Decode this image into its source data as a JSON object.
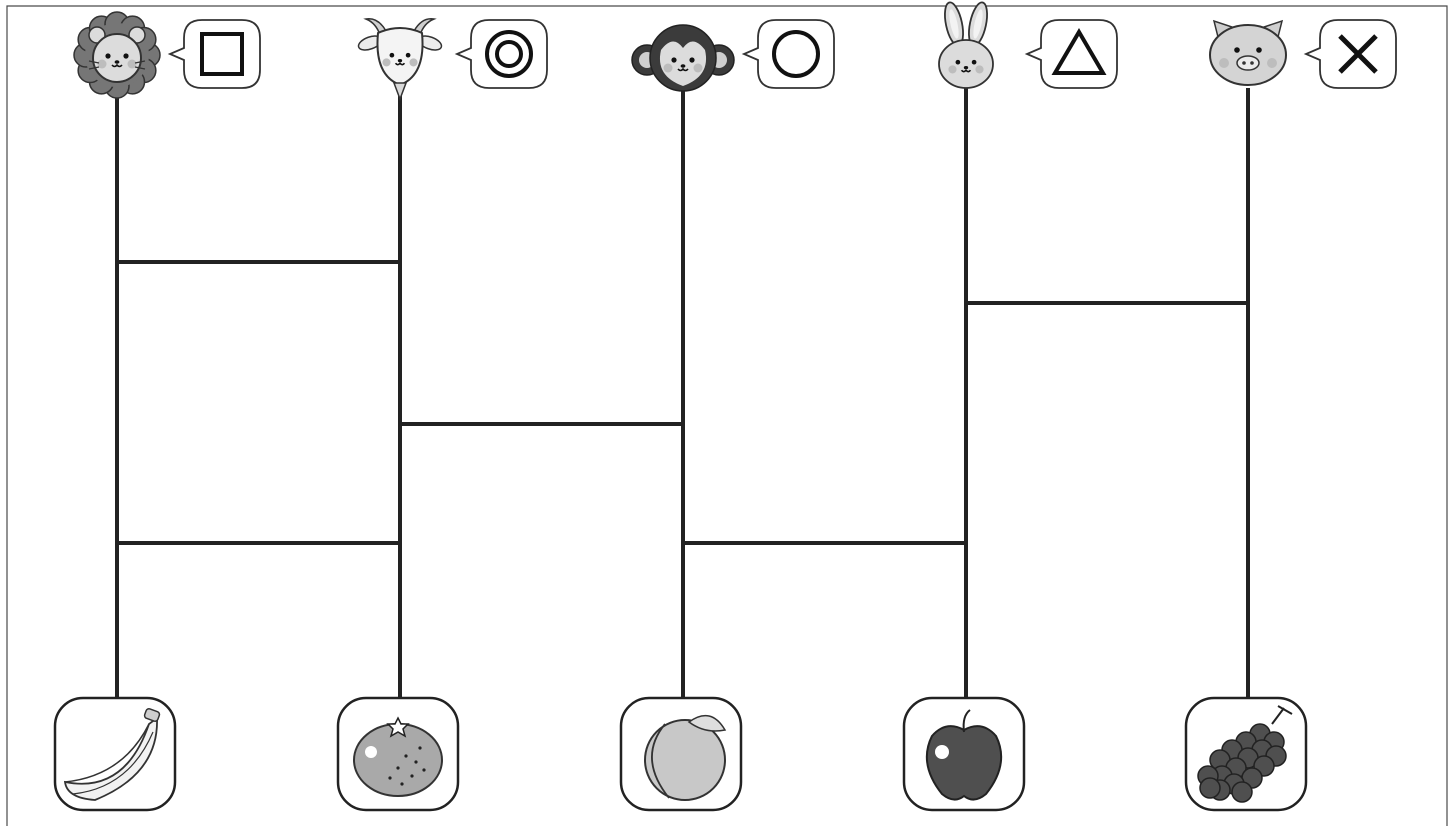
{
  "game": {
    "type": "amidakuji-ladder",
    "animals": [
      {
        "name": "lion",
        "mark": "square",
        "fruit": "banana"
      },
      {
        "name": "goat",
        "mark": "double-circle",
        "fruit": "orange"
      },
      {
        "name": "monkey",
        "mark": "circle",
        "fruit": "peach"
      },
      {
        "name": "rabbit",
        "mark": "triangle",
        "fruit": "apple"
      },
      {
        "name": "pig",
        "mark": "cross",
        "fruit": "grapes"
      }
    ],
    "rungs": [
      {
        "from": 0,
        "to": 1,
        "level": 1
      },
      {
        "from": 3,
        "to": 4,
        "level": 2
      },
      {
        "from": 1,
        "to": 2,
        "level": 3
      },
      {
        "from": 0,
        "to": 1,
        "level": 4
      },
      {
        "from": 2,
        "to": 3,
        "level": 4
      }
    ]
  },
  "colors": {
    "line": "#222222",
    "frame": "#4a4a4a",
    "lion_mane": "#767676",
    "face": "#dcdcdc",
    "monkey_dark": "#3b3b3b",
    "fruit_light": "#c8c8c8",
    "fruit_mid": "#a9a9a9",
    "fruit_dark": "#4f4f4f",
    "blush": "#bdbdbd"
  }
}
